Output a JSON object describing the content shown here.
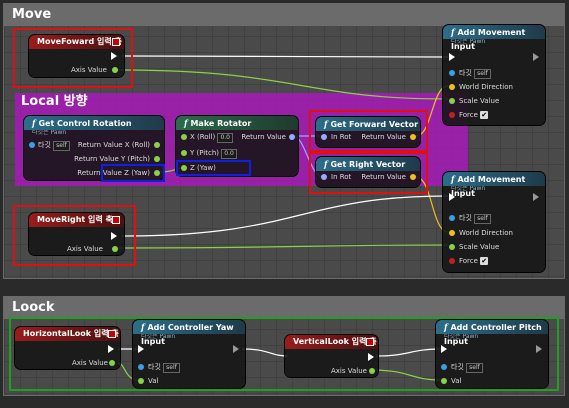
{
  "panels": {
    "move_title": "Move",
    "look_title": "Loock"
  },
  "comment": {
    "title": "Local 방향"
  },
  "target_self": "self",
  "target_label": "타깃",
  "subtitle_pawn": "타깃은 Pawn",
  "nodes": {
    "move_forward": {
      "title": "MoveFoward 입력 축",
      "axis_label": "Axis Value"
    },
    "move_right": {
      "title": "MoveRight 입력 축",
      "axis_label": "Axis Value"
    },
    "get_control_rotation": {
      "title": "Get Control Rotation",
      "subtitle": "타깃은 Pawn",
      "target": "타깃",
      "outputs": [
        "Return Value X (Roll)",
        "Return Value Y (Pitch)",
        "Return Value Z (Yaw)"
      ]
    },
    "make_rotator": {
      "title": "Make Rotator",
      "inputs": [
        "X (Roll)",
        "Y (Pitch)",
        "Z (Yaw)"
      ],
      "defaults": [
        "0.0",
        "0.0"
      ],
      "output": "Return Value"
    },
    "get_forward_vector": {
      "title": "Get Forward Vector",
      "in": "In Rot",
      "out": "Return Value"
    },
    "get_right_vector": {
      "title": "Get Right Vector",
      "in": "In Rot",
      "out": "Return Value"
    },
    "add_movement_1": {
      "title": "Add Movement Input",
      "subtitle": "타깃은 Pawn",
      "pins": [
        "타깃",
        "World Direction",
        "Scale Value",
        "Force"
      ]
    },
    "add_movement_2": {
      "title": "Add Movement Input",
      "subtitle": "타깃은 Pawn",
      "pins": [
        "타깃",
        "World Direction",
        "Scale Value",
        "Force"
      ]
    },
    "horizontal_look": {
      "title": "HorizontalLook 입력 축",
      "axis_label": "Axis Value"
    },
    "vertical_look": {
      "title": "VerticalLook 입력 축",
      "axis_label": "Axis Value"
    },
    "add_yaw": {
      "title": "Add Controller Yaw Input",
      "subtitle": "타깃은 Pawn",
      "target": "타깃",
      "val": "Val"
    },
    "add_pitch": {
      "title": "Add Controller Pitch Input",
      "subtitle": "타깃은 Pawn",
      "target": "타깃",
      "val": "Val"
    }
  },
  "colors": {
    "highlight_red": "#e01010",
    "highlight_blue": "#1020e0",
    "highlight_green": "#20a020",
    "comment_magenta": "#b414c8"
  }
}
